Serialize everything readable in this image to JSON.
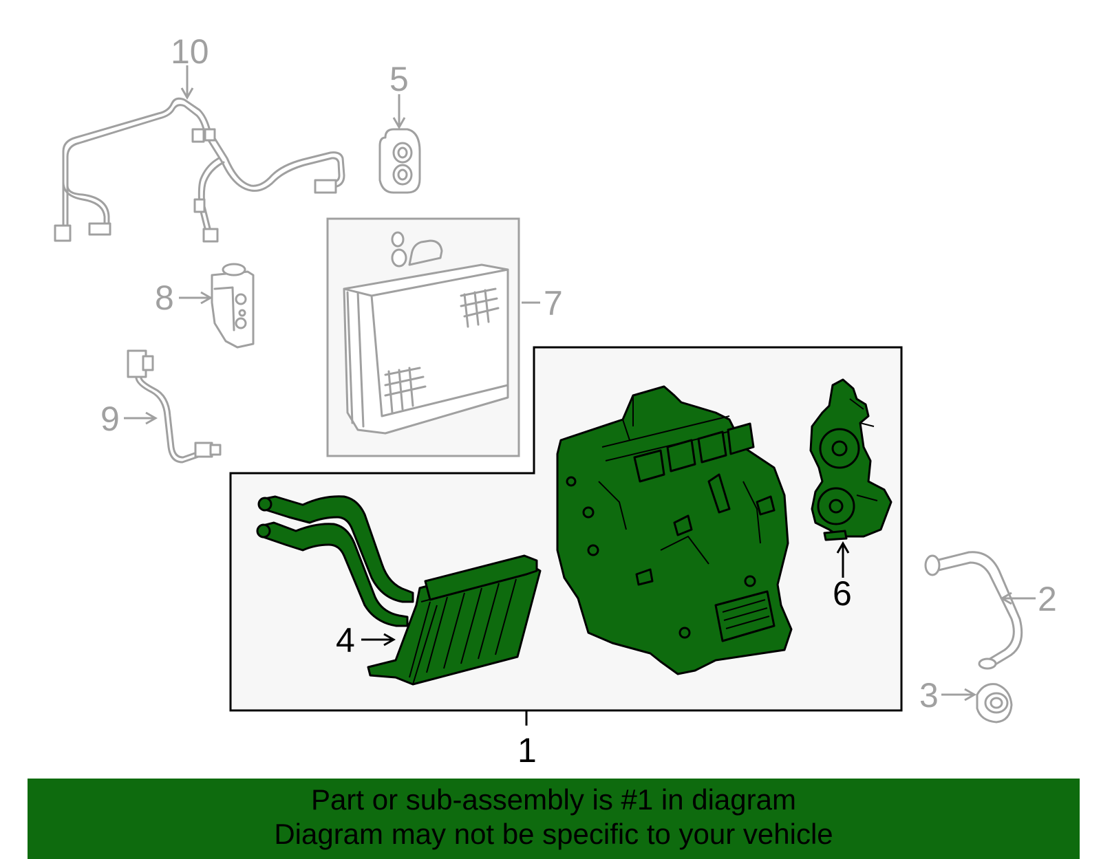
{
  "diagram": {
    "callouts": {
      "c1": "1",
      "c2": "2",
      "c3": "3",
      "c4": "4",
      "c5": "5",
      "c6": "6",
      "c7": "7",
      "c8": "8",
      "c9": "9",
      "c10": "10"
    },
    "colors": {
      "highlight": "#0e6b0e",
      "unselected_part": "#a0a0a0",
      "panel_background": "#f7f7f7",
      "outline": "#000000"
    }
  },
  "banner": {
    "line1": "Part or sub-assembly is #1 in diagram",
    "line2": "Diagram may not be specific to your vehicle"
  }
}
